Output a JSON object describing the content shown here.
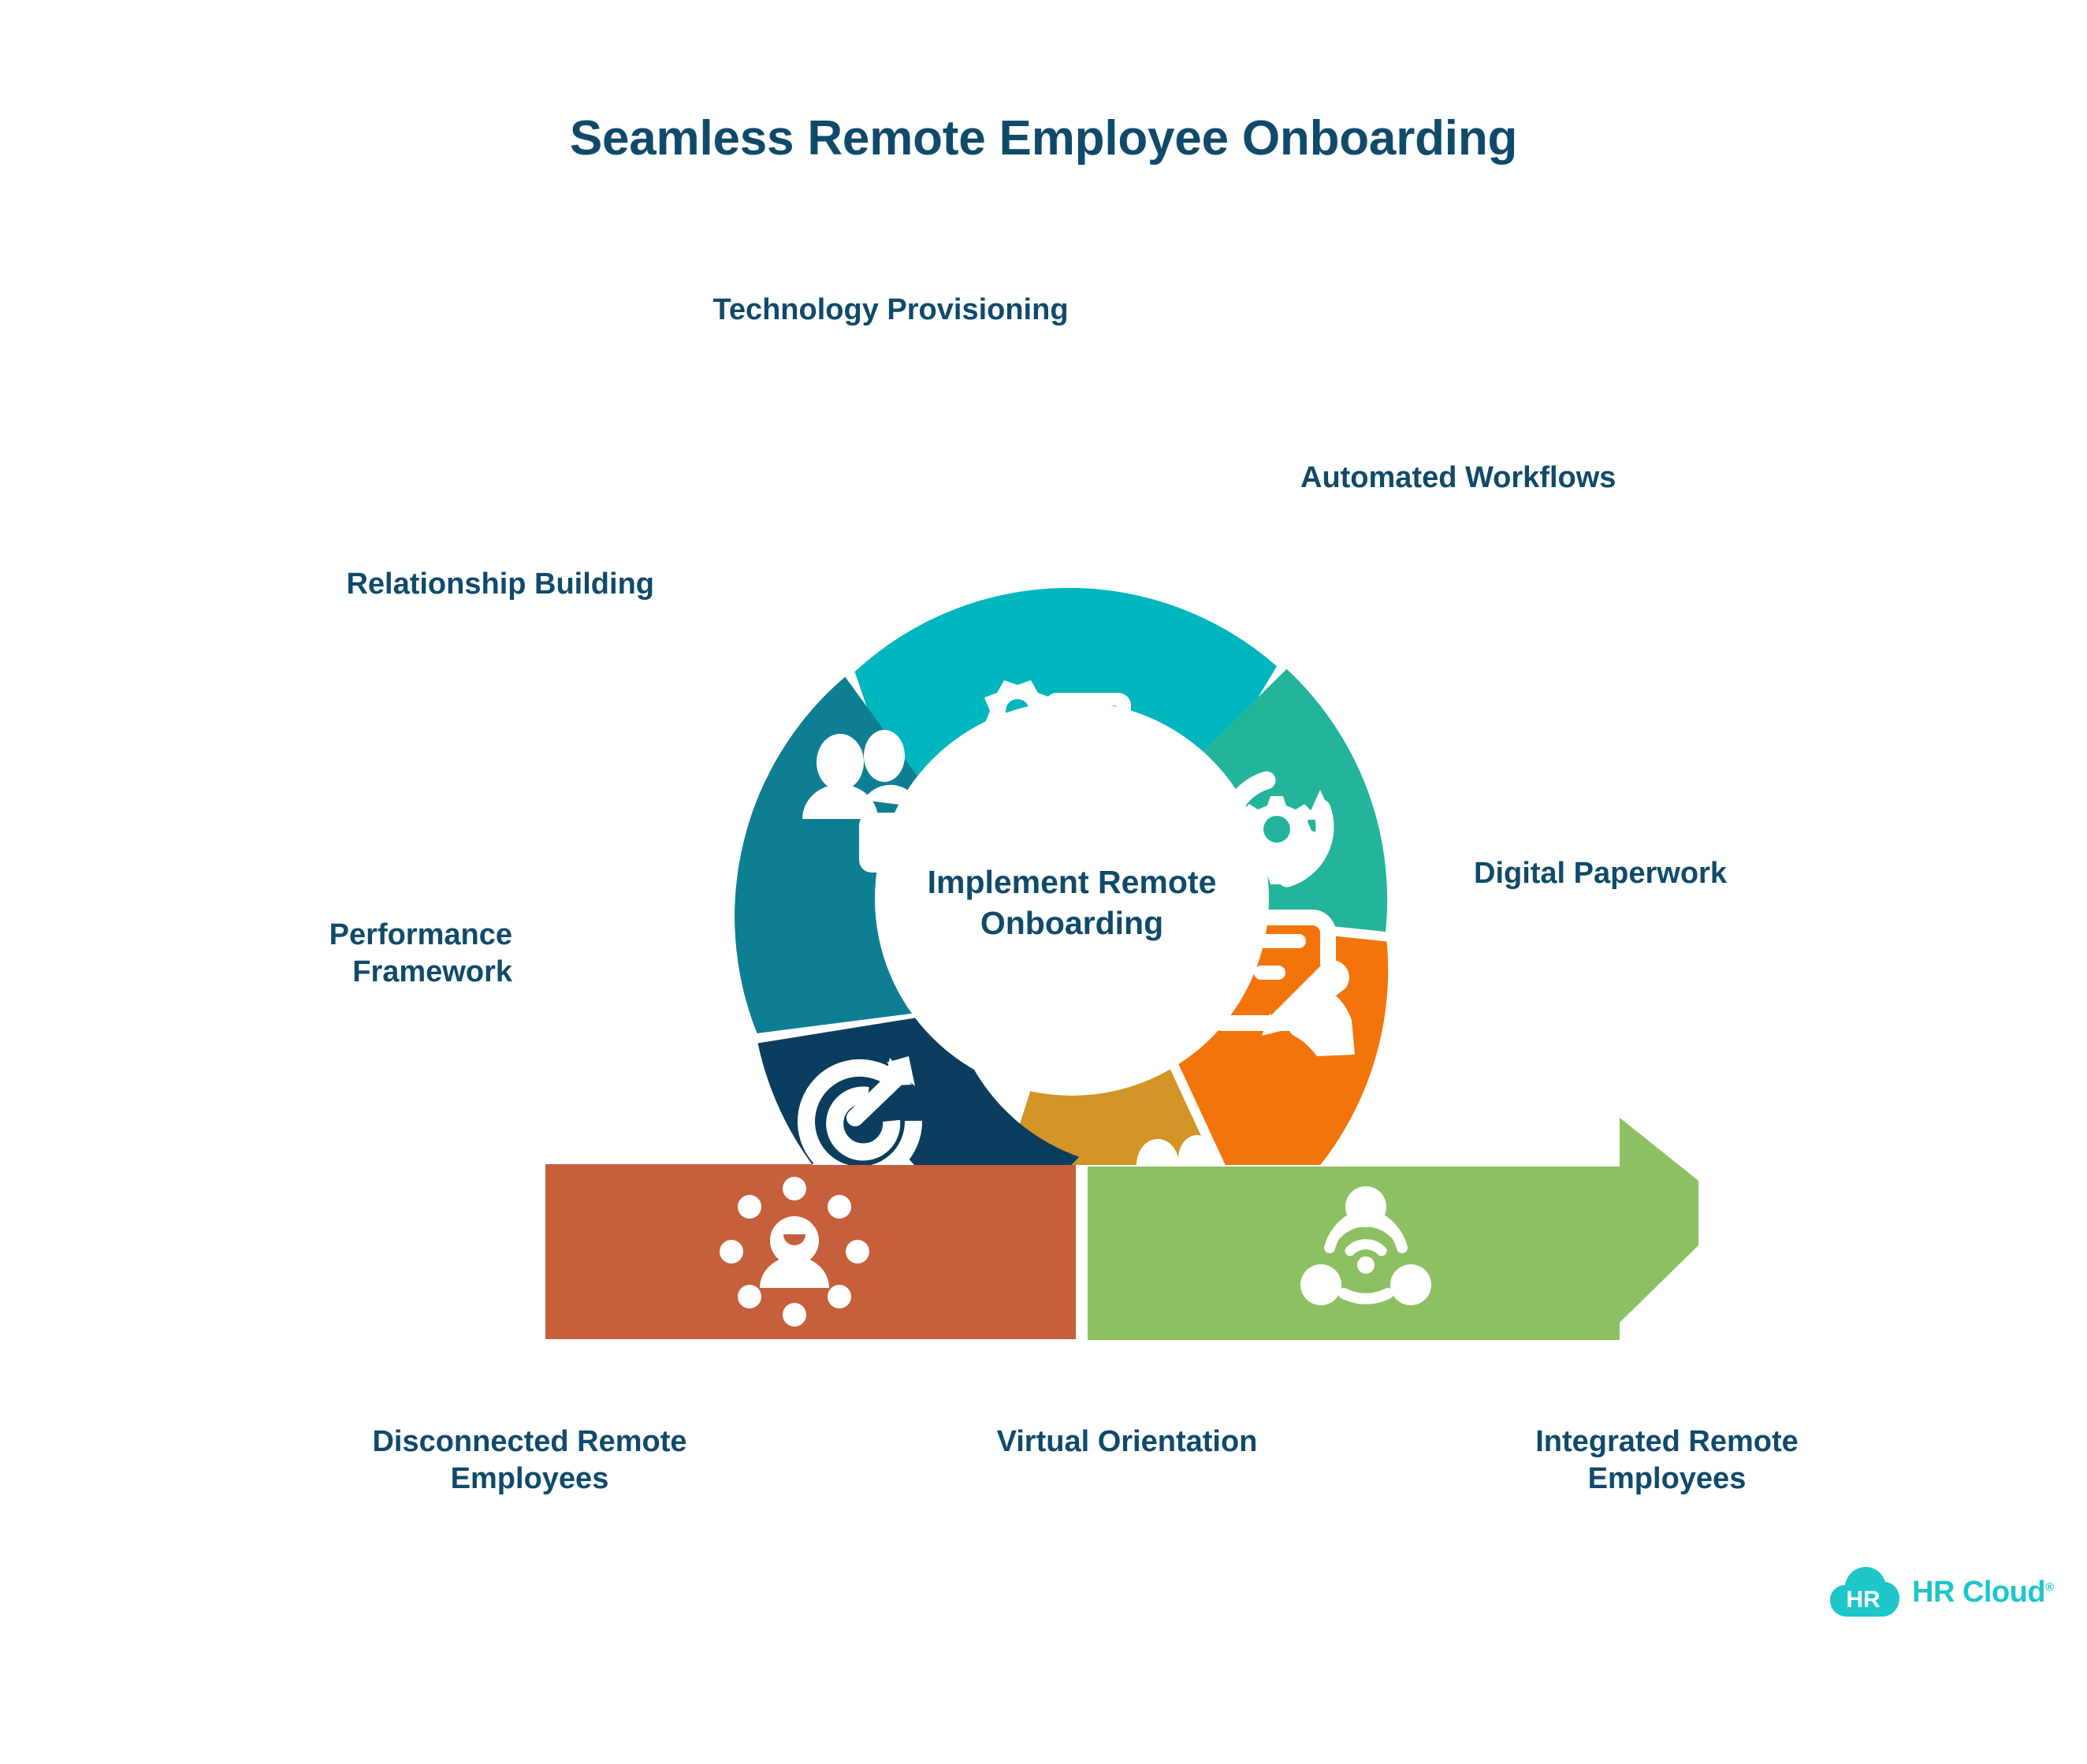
{
  "title": "Seamless Remote Employee Onboarding",
  "center": {
    "line1": "Implement Remote",
    "line2": "Onboarding"
  },
  "labels": {
    "technology": "Technology Provisioning",
    "automated": "Automated Workflows",
    "digital": "Digital Paperwork",
    "relationship": "Relationship Building",
    "performance_l1": "Performance",
    "performance_l2": "Framework",
    "disconnected_l1": "Disconnected Remote",
    "disconnected_l2": "Employees",
    "virtual": "Virtual Orientation",
    "integrated_l1": "Integrated Remote",
    "integrated_l2": "Employees"
  },
  "logo": {
    "mark_text": "HR",
    "wordmark": "HR Cloud",
    "trademark": "®"
  },
  "colors": {
    "text_navy": "#104A6B",
    "background": "#ffffff",
    "logo_teal": "#1DC6C9",
    "technology": "#00B6BE",
    "automated": "#24B49B",
    "digital": "#F4740C",
    "virtual": "#D29426",
    "performance": "#0B3E5E",
    "relationship": "#0E7E93",
    "disconnected_bar": "#C65F3C",
    "integrated_arrow": "#8DC063"
  },
  "chart_data": {
    "type": "pie",
    "title": "Seamless Remote Employee Onboarding",
    "center_label": "Implement Remote Onboarding",
    "legend_position": "around",
    "segments": [
      {
        "name": "Technology Provisioning",
        "color": "#00B6BE",
        "icon": "laptop-gear-icon",
        "start_angle": -64,
        "end_angle": -4
      },
      {
        "name": "Automated Workflows",
        "color": "#24B49B",
        "icon": "refresh-gear-icon",
        "start_angle": -2,
        "end_angle": 58
      },
      {
        "name": "Digital Paperwork",
        "color": "#F4740C",
        "icon": "sign-document-icon",
        "start_angle": 60,
        "end_angle": 120
      },
      {
        "name": "Virtual Orientation",
        "color": "#D29426",
        "icon": "people-monitor-icon",
        "start_angle": 122,
        "end_angle": 182
      },
      {
        "name": "Performance Framework",
        "color": "#0B3E5E",
        "icon": "target-arrow-icon",
        "start_angle": 184,
        "end_angle": 244
      },
      {
        "name": "Relationship Building",
        "color": "#0E7E93",
        "icon": "people-video-icon",
        "start_angle": 246,
        "end_angle": 306
      }
    ],
    "flow": {
      "from": {
        "label": "Disconnected Remote Employees",
        "color": "#C65F3C",
        "icon": "isolated-person-icon",
        "shape": "rectangle"
      },
      "to": {
        "label": "Integrated Remote Employees",
        "color": "#8DC063",
        "icon": "connected-network-icon",
        "shape": "arrow"
      }
    }
  }
}
